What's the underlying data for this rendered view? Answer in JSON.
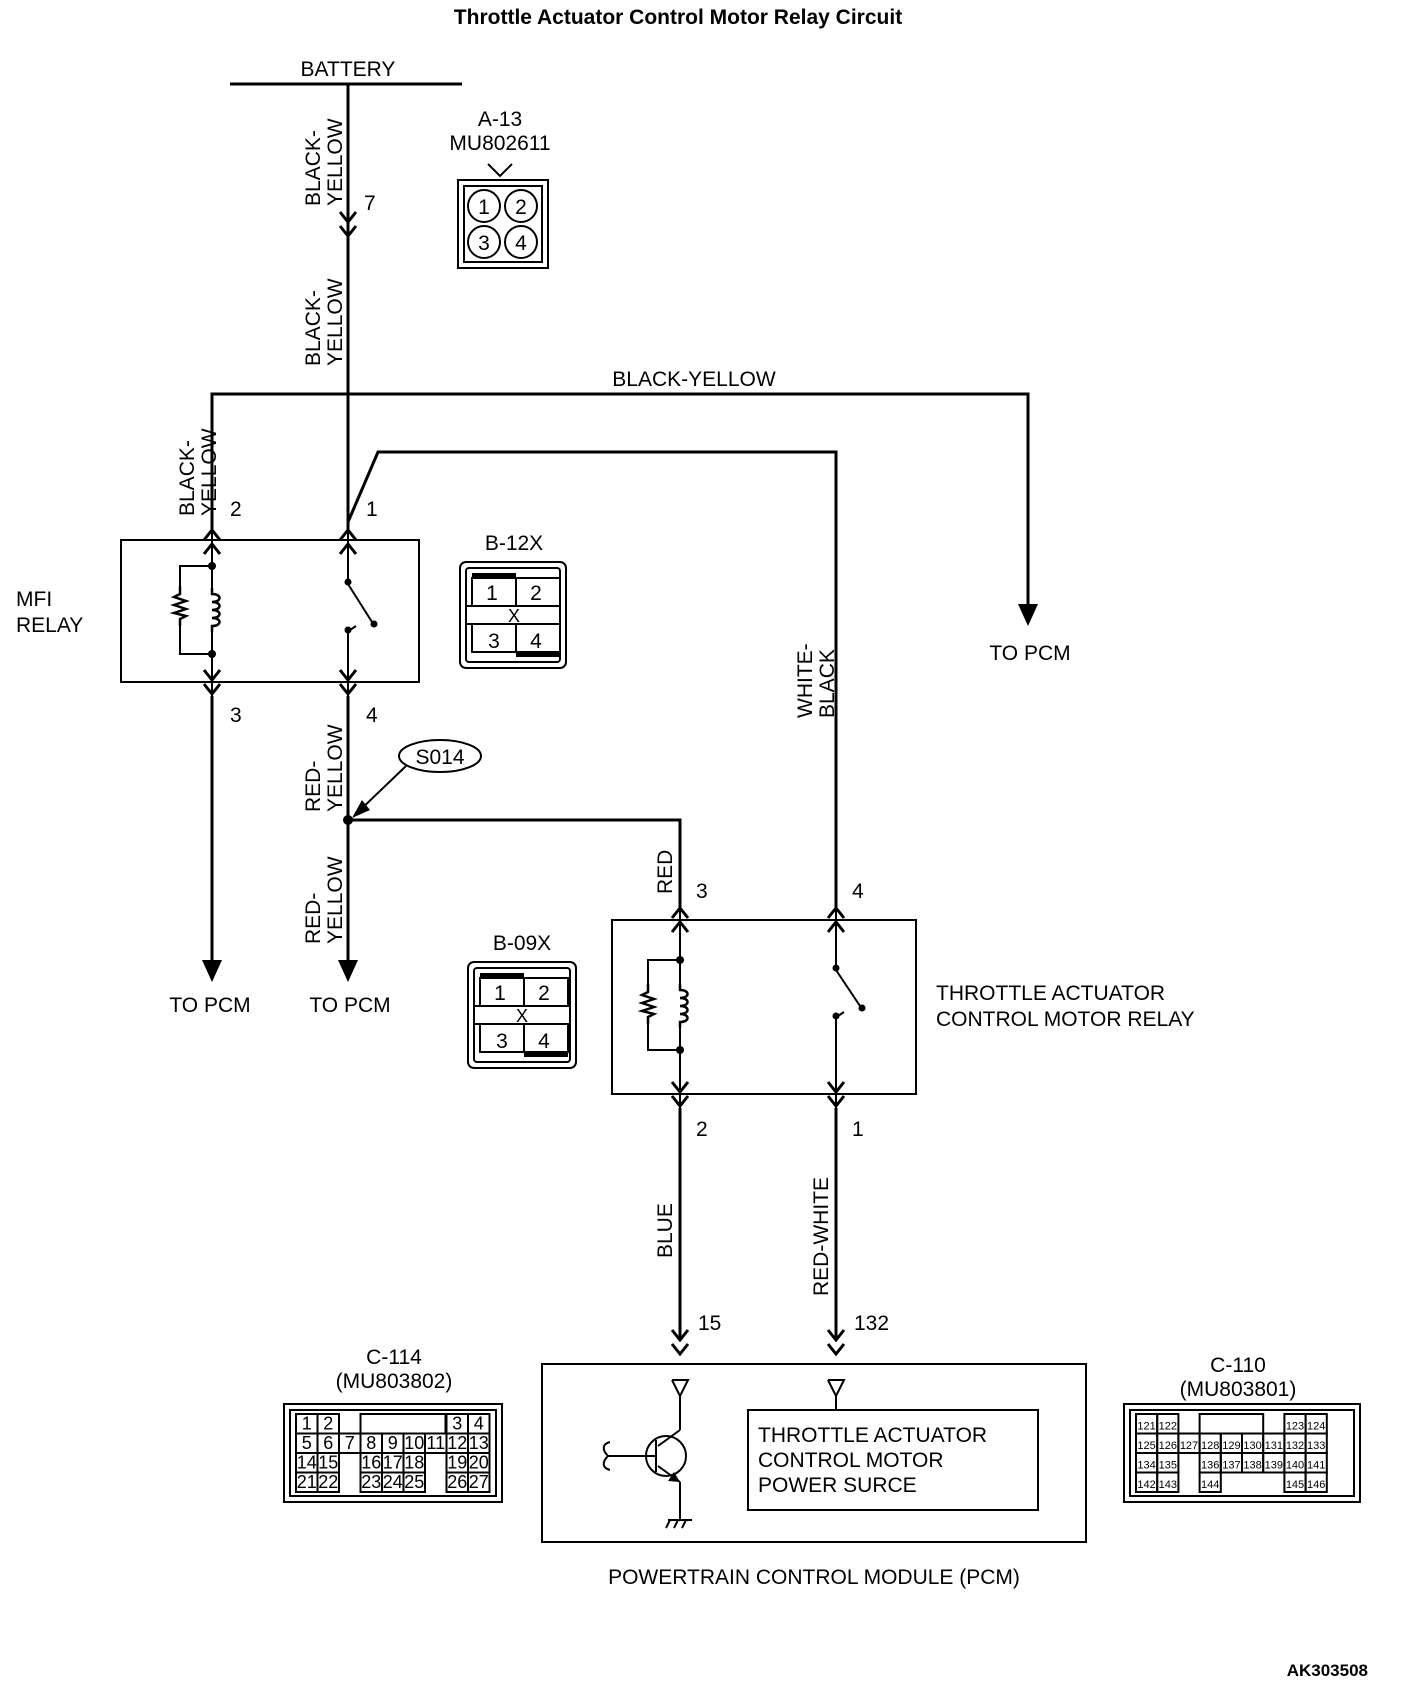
{
  "title": "Throttle Actuator Control Motor Relay Circuit",
  "doc_id": "AK303508",
  "battery": {
    "label": "BATTERY",
    "pin": "7",
    "wire_upper": [
      "BLACK-",
      "YELLOW"
    ],
    "wire_lower": [
      "BLACK-",
      "YELLOW"
    ]
  },
  "connector_a13": {
    "name": "A-13",
    "part": "MU802611",
    "pins": [
      "1",
      "2",
      "3",
      "4"
    ]
  },
  "bus": {
    "wire": "BLACK-YELLOW",
    "to_pcm": "TO PCM"
  },
  "mfi_relay": {
    "label": [
      "MFI",
      "RELAY"
    ],
    "pin_top_left": "2",
    "pin_top_right": "1",
    "pin_bottom_left": "3",
    "pin_bottom_right": "4",
    "wire_left": [
      "BLACK-",
      "YELLOW"
    ],
    "to_pcm_left": "TO PCM",
    "to_pcm_right": "TO PCM"
  },
  "connector_b12x": {
    "name": "B-12X",
    "pins": [
      "1",
      "2",
      "3",
      "4"
    ],
    "mark": "X"
  },
  "connector_b09x": {
    "name": "B-09X",
    "pins": [
      "1",
      "2",
      "3",
      "4"
    ],
    "mark": "X"
  },
  "splice": {
    "name": "S014",
    "wire_upper": [
      "RED-",
      "YELLOW"
    ],
    "wire_lower": [
      "RED-",
      "YELLOW"
    ],
    "wire_branch": "RED"
  },
  "white_black": [
    "WHITE-",
    "BLACK"
  ],
  "tac_relay": {
    "label": [
      "THROTTLE ACTUATOR",
      "CONTROL MOTOR RELAY"
    ],
    "pin_top_left": "3",
    "pin_top_right": "4",
    "pin_bottom_left": "2",
    "pin_bottom_right": "1",
    "wire_left": "BLUE",
    "wire_right": "RED-WHITE"
  },
  "pcm": {
    "label": "POWERTRAIN CONTROL MODULE (PCM)",
    "pin_left": "15",
    "pin_right": "132",
    "inner_box": [
      "THROTTLE ACTUATOR",
      "CONTROL MOTOR",
      "POWER SURCE"
    ]
  },
  "connector_c114": {
    "name": "C-114",
    "part": "(MU803802)",
    "rows": [
      [
        "1",
        "2",
        "3",
        "4"
      ],
      [
        "5",
        "6",
        "7",
        "8",
        "9",
        "10",
        "11",
        "12",
        "13"
      ],
      [
        "14",
        "15",
        "16",
        "17",
        "18",
        "19",
        "20"
      ],
      [
        "21",
        "22",
        "23",
        "24",
        "25",
        "26",
        "27"
      ]
    ]
  },
  "connector_c110": {
    "name": "C-110",
    "part": "(MU803801)",
    "rows": [
      [
        "121",
        "122",
        "123",
        "124"
      ],
      [
        "125",
        "126",
        "127",
        "128",
        "129",
        "130",
        "131",
        "132",
        "133"
      ],
      [
        "134",
        "135",
        "136",
        "137",
        "138",
        "139",
        "140",
        "141"
      ],
      [
        "142",
        "143",
        "144",
        "145",
        "146"
      ]
    ]
  }
}
